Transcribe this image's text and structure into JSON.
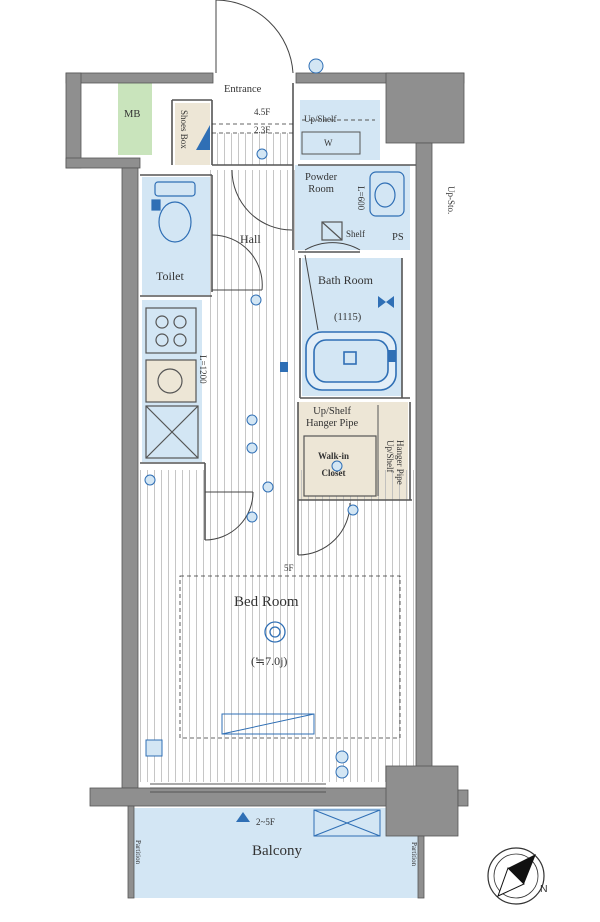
{
  "rooms": {
    "mb": "MB",
    "entrance": "Entrance",
    "shoes_box": "Shoes Box",
    "step_1": "4.5F",
    "step_2": "2.3F",
    "up_shelf_top": "Up/Shelf",
    "washer": "W",
    "powder_room": "Powder\nRoom",
    "l_dim": "L=600",
    "shelf": "Shelf",
    "ps": "PS",
    "up_sto": "Up-Sto.",
    "hall": "Hall",
    "toilet": "Toilet",
    "bath_room": "Bath Room",
    "bath_size": "(1115)",
    "l_dim_2": "L=1200",
    "closet_shelf": "Up/Shelf\nHanger Pipe",
    "walkin_closet": "Walk-in\nCloset",
    "closet_side": "Hanger Pipe\nUp/Shelf",
    "ceiling_step": "5F",
    "bed_room": "Bed Room",
    "bed_size": "(≒7.0j)",
    "balcony_step": "2~5F",
    "balcony": "Balcony",
    "partition_left": "Partition",
    "partition_right": "Partition",
    "north": "N"
  },
  "colors": {
    "wall": "#8a8a8a",
    "wall_line": "#555555",
    "wet_area": "#cfe2f3",
    "mb_green": "#c9e4bc",
    "closet": "#ece6da",
    "fixture": "#2f6fb5"
  }
}
